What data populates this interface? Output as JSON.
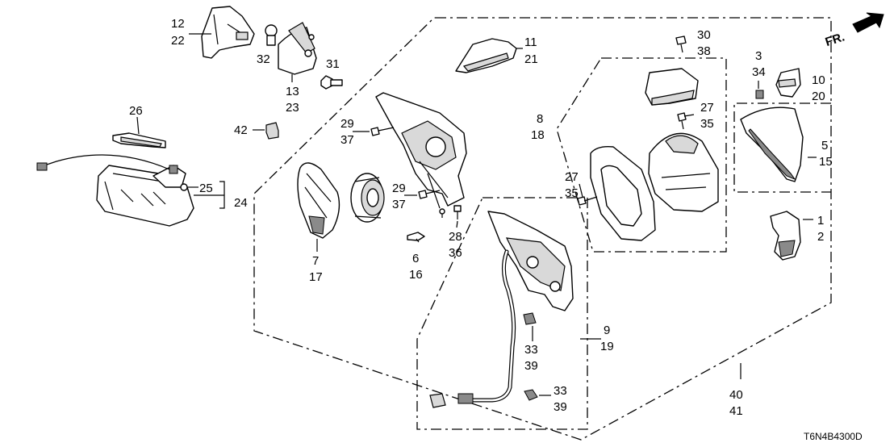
{
  "diagram": {
    "code": "T6N4B4300D",
    "direction_label": "FR."
  },
  "callouts": [
    [
      "12",
      "22"
    ],
    [
      "32"
    ],
    [
      "13",
      "23"
    ],
    [
      "31"
    ],
    [
      "11",
      "21"
    ],
    [
      "30",
      "38"
    ],
    [
      "3",
      "34"
    ],
    [
      "10",
      "20"
    ],
    [
      "8",
      "18"
    ],
    [
      "27",
      "35"
    ],
    [
      "5",
      "15"
    ],
    [
      "26"
    ],
    [
      "42"
    ],
    [
      "29",
      "37"
    ],
    [
      "25"
    ],
    [
      "24"
    ],
    [
      "29",
      "37"
    ],
    [
      "27",
      "35"
    ],
    [
      "1",
      "2"
    ],
    [
      "7",
      "17"
    ],
    [
      "6",
      "16"
    ],
    [
      "28",
      "36"
    ],
    [
      "9",
      "19"
    ],
    [
      "33",
      "39"
    ],
    [
      "33",
      "39"
    ],
    [
      "40",
      "41"
    ]
  ]
}
